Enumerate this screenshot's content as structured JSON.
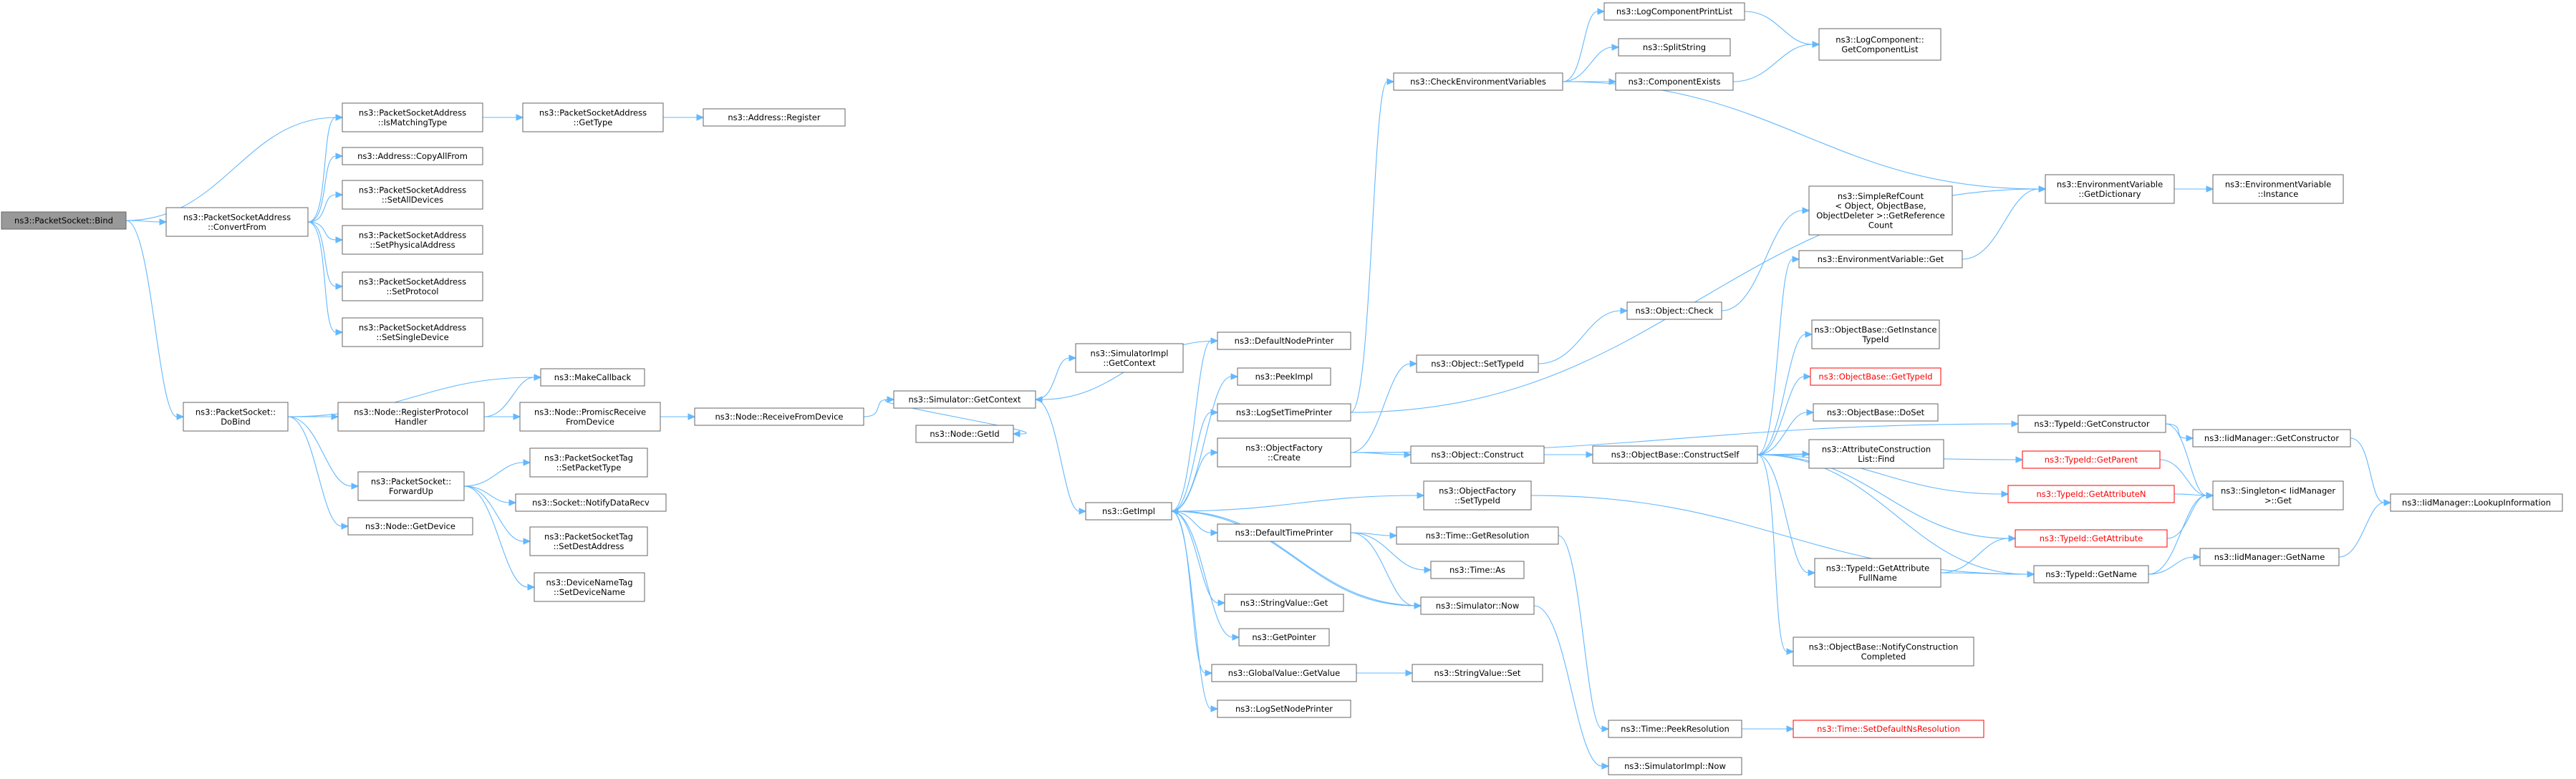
{
  "nodes": [
    {
      "id": "bind",
      "lines": [
        "ns3::PacketSocket::Bind"
      ],
      "style": "root"
    },
    {
      "id": "isMatchingType",
      "lines": [
        "ns3::PacketSocketAddress",
        "::IsMatchingType"
      ]
    },
    {
      "id": "getType",
      "lines": [
        "ns3::PacketSocketAddress",
        "::GetType"
      ]
    },
    {
      "id": "register",
      "lines": [
        "ns3::Address::Register"
      ]
    },
    {
      "id": "copyAllFrom",
      "lines": [
        "ns3::Address::CopyAllFrom"
      ]
    },
    {
      "id": "convertFrom",
      "lines": [
        "ns3::PacketSocketAddress",
        "::ConvertFrom"
      ]
    },
    {
      "id": "setAllDevices",
      "lines": [
        "ns3::PacketSocketAddress",
        "::SetAllDevices"
      ]
    },
    {
      "id": "setPhysicalAddress",
      "lines": [
        "ns3::PacketSocketAddress",
        "::SetPhysicalAddress"
      ]
    },
    {
      "id": "setProtocol",
      "lines": [
        "ns3::PacketSocketAddress",
        "::SetProtocol"
      ]
    },
    {
      "id": "setSingleDevice",
      "lines": [
        "ns3::PacketSocketAddress",
        "::SetSingleDevice"
      ]
    },
    {
      "id": "doBind",
      "lines": [
        "ns3::PacketSocket::",
        "DoBind"
      ]
    },
    {
      "id": "makeCallback",
      "lines": [
        "ns3::MakeCallback"
      ]
    },
    {
      "id": "registerProtocolHandler",
      "lines": [
        "ns3::Node::RegisterProtocol",
        "Handler"
      ]
    },
    {
      "id": "promiscReceive",
      "lines": [
        "ns3::Node::PromiscReceive",
        "FromDevice"
      ]
    },
    {
      "id": "receiveFromDevice",
      "lines": [
        "ns3::Node::ReceiveFromDevice"
      ]
    },
    {
      "id": "forwardUp",
      "lines": [
        "ns3::PacketSocket::",
        "ForwardUp"
      ]
    },
    {
      "id": "setPacketType",
      "lines": [
        "ns3::PacketSocketTag",
        "::SetPacketType"
      ]
    },
    {
      "id": "notifyDataRecv",
      "lines": [
        "ns3::Socket::NotifyDataRecv"
      ]
    },
    {
      "id": "setDestAddress",
      "lines": [
        "ns3::PacketSocketTag",
        "::SetDestAddress"
      ]
    },
    {
      "id": "setDeviceName",
      "lines": [
        "ns3::DeviceNameTag",
        "::SetDeviceName"
      ]
    },
    {
      "id": "getDevice",
      "lines": [
        "ns3::Node::GetDevice"
      ]
    },
    {
      "id": "simGetContext",
      "lines": [
        "ns3::Simulator::GetContext"
      ]
    },
    {
      "id": "simImplGetContext",
      "lines": [
        "ns3::SimulatorImpl",
        "::GetContext"
      ]
    },
    {
      "id": "nodeGetId",
      "lines": [
        "ns3::Node::GetId"
      ]
    },
    {
      "id": "getImpl",
      "lines": [
        "ns3::GetImpl"
      ]
    },
    {
      "id": "defaultNodePrinter",
      "lines": [
        "ns3::DefaultNodePrinter"
      ]
    },
    {
      "id": "peekImpl",
      "lines": [
        "ns3::PeekImpl"
      ]
    },
    {
      "id": "logSetTimePrinter",
      "lines": [
        "ns3::LogSetTimePrinter"
      ]
    },
    {
      "id": "objectFactoryCreate",
      "lines": [
        "ns3::ObjectFactory",
        "::Create"
      ]
    },
    {
      "id": "objectFactorySetTypeId",
      "lines": [
        "ns3::ObjectFactory",
        "::SetTypeId"
      ]
    },
    {
      "id": "defaultTimePrinter",
      "lines": [
        "ns3::DefaultTimePrinter"
      ]
    },
    {
      "id": "stringValueGet",
      "lines": [
        "ns3::StringValue::Get"
      ]
    },
    {
      "id": "getPointer",
      "lines": [
        "ns3::GetPointer"
      ]
    },
    {
      "id": "globalValueGetValue",
      "lines": [
        "ns3::GlobalValue::GetValue"
      ]
    },
    {
      "id": "logSetNodePrinter",
      "lines": [
        "ns3::LogSetNodePrinter"
      ]
    },
    {
      "id": "checkEnvVars",
      "lines": [
        "ns3::CheckEnvironmentVariables"
      ]
    },
    {
      "id": "objectSetTypeId",
      "lines": [
        "ns3::Object::SetTypeId"
      ]
    },
    {
      "id": "objectConstruct",
      "lines": [
        "ns3::Object::Construct"
      ]
    },
    {
      "id": "timeGetResolution",
      "lines": [
        "ns3::Time::GetResolution"
      ]
    },
    {
      "id": "timeAs",
      "lines": [
        "ns3::Time::As"
      ]
    },
    {
      "id": "simulatorNow",
      "lines": [
        "ns3::Simulator::Now"
      ]
    },
    {
      "id": "stringValueSet",
      "lines": [
        "ns3::StringValue::Set"
      ]
    },
    {
      "id": "timePeekResolution",
      "lines": [
        "ns3::Time::PeekResolution"
      ]
    },
    {
      "id": "simImplNow",
      "lines": [
        "ns3::SimulatorImpl::Now"
      ]
    },
    {
      "id": "logComponentPrintList",
      "lines": [
        "ns3::LogComponentPrintList"
      ]
    },
    {
      "id": "splitString",
      "lines": [
        "ns3::SplitString"
      ]
    },
    {
      "id": "componentExists",
      "lines": [
        "ns3::ComponentExists"
      ]
    },
    {
      "id": "objectCheck",
      "lines": [
        "ns3::Object::Check"
      ]
    },
    {
      "id": "constructSelf",
      "lines": [
        "ns3::ObjectBase::ConstructSelf"
      ]
    },
    {
      "id": "timeSetDefaultNsResolution",
      "lines": [
        "ns3::Time::SetDefaultNsResolution"
      ],
      "style": "red"
    },
    {
      "id": "getComponentList",
      "lines": [
        "ns3::LogComponent::",
        "GetComponentList"
      ]
    },
    {
      "id": "getReferenceCount",
      "lines": [
        "ns3::SimpleRefCount",
        "< Object, ObjectBase,",
        "ObjectDeleter >::GetReference",
        "Count"
      ]
    },
    {
      "id": "envVarGet",
      "lines": [
        "ns3::EnvironmentVariable::Get"
      ]
    },
    {
      "id": "getInstanceTypeId",
      "lines": [
        "ns3::ObjectBase::GetInstance",
        "TypeId"
      ]
    },
    {
      "id": "objectBaseGetTypeId",
      "lines": [
        "ns3::ObjectBase::GetTypeId"
      ],
      "style": "red"
    },
    {
      "id": "doSet",
      "lines": [
        "ns3::ObjectBase::DoSet"
      ]
    },
    {
      "id": "attrConstructionFind",
      "lines": [
        "ns3::AttributeConstruction",
        "List::Find"
      ]
    },
    {
      "id": "getAttributeFullName",
      "lines": [
        "ns3::TypeId::GetAttribute",
        "FullName"
      ]
    },
    {
      "id": "notifyConstructionCompleted",
      "lines": [
        "ns3::ObjectBase::NotifyConstruction",
        "Completed"
      ]
    },
    {
      "id": "envVarGetDictionary",
      "lines": [
        "ns3::EnvironmentVariable",
        "::GetDictionary"
      ]
    },
    {
      "id": "envVarInstance",
      "lines": [
        "ns3::EnvironmentVariable",
        "::Instance"
      ]
    },
    {
      "id": "typeIdGetConstructor",
      "lines": [
        "ns3::TypeId::GetConstructor"
      ]
    },
    {
      "id": "typeIdGetParent",
      "lines": [
        "ns3::TypeId::GetParent"
      ],
      "style": "red"
    },
    {
      "id": "typeIdGetAttributeN",
      "lines": [
        "ns3::TypeId::GetAttributeN"
      ],
      "style": "red"
    },
    {
      "id": "typeIdGetAttribute",
      "lines": [
        "ns3::TypeId::GetAttribute"
      ],
      "style": "red"
    },
    {
      "id": "typeIdGetName",
      "lines": [
        "ns3::TypeId::GetName"
      ]
    },
    {
      "id": "iidManagerGetConstructor",
      "lines": [
        "ns3::IidManager::GetConstructor"
      ]
    },
    {
      "id": "singletonGet",
      "lines": [
        "ns3::Singleton< IidManager",
        ">::Get"
      ]
    },
    {
      "id": "iidManagerGetName",
      "lines": [
        "ns3::IidManager::GetName"
      ]
    },
    {
      "id": "lookupInformation",
      "lines": [
        "ns3::IidManager::LookupInformation"
      ]
    }
  ],
  "edges": [
    [
      "bind",
      "isMatchingType"
    ],
    [
      "bind",
      "convertFrom"
    ],
    [
      "bind",
      "doBind"
    ],
    [
      "isMatchingType",
      "getType"
    ],
    [
      "getType",
      "register"
    ],
    [
      "convertFrom",
      "isMatchingType"
    ],
    [
      "convertFrom",
      "copyAllFrom"
    ],
    [
      "convertFrom",
      "setAllDevices"
    ],
    [
      "convertFrom",
      "setPhysicalAddress"
    ],
    [
      "convertFrom",
      "setProtocol"
    ],
    [
      "convertFrom",
      "setSingleDevice"
    ],
    [
      "doBind",
      "makeCallback"
    ],
    [
      "doBind",
      "registerProtocolHandler"
    ],
    [
      "doBind",
      "forwardUp"
    ],
    [
      "doBind",
      "getDevice"
    ],
    [
      "registerProtocolHandler",
      "makeCallback"
    ],
    [
      "registerProtocolHandler",
      "promiscReceive"
    ],
    [
      "promiscReceive",
      "receiveFromDevice"
    ],
    [
      "receiveFromDevice",
      "simGetContext"
    ],
    [
      "forwardUp",
      "setPacketType"
    ],
    [
      "forwardUp",
      "notifyDataRecv"
    ],
    [
      "forwardUp",
      "setDestAddress"
    ],
    [
      "forwardUp",
      "setDeviceName"
    ],
    [
      "simGetContext",
      "simImplGetContext"
    ],
    [
      "simGetContext",
      "nodeGetId"
    ],
    [
      "simGetContext",
      "getImpl"
    ],
    [
      "getImpl",
      "defaultNodePrinter"
    ],
    [
      "getImpl",
      "peekImpl"
    ],
    [
      "getImpl",
      "logSetTimePrinter"
    ],
    [
      "getImpl",
      "objectFactoryCreate"
    ],
    [
      "getImpl",
      "objectFactorySetTypeId"
    ],
    [
      "getImpl",
      "defaultTimePrinter"
    ],
    [
      "getImpl",
      "stringValueGet"
    ],
    [
      "getImpl",
      "getPointer"
    ],
    [
      "getImpl",
      "globalValueGetValue"
    ],
    [
      "getImpl",
      "logSetNodePrinter"
    ],
    [
      "getImpl",
      "simulatorNow"
    ],
    [
      "defaultNodePrinter",
      "simGetContext"
    ],
    [
      "logSetTimePrinter",
      "checkEnvVars"
    ],
    [
      "logSetTimePrinter",
      "envVarGetDictionary"
    ],
    [
      "objectFactoryCreate",
      "objectSetTypeId"
    ],
    [
      "objectFactoryCreate",
      "objectConstruct"
    ],
    [
      "objectFactoryCreate",
      "typeIdGetConstructor"
    ],
    [
      "objectFactorySetTypeId",
      "typeIdGetName"
    ],
    [
      "defaultTimePrinter",
      "timeGetResolution"
    ],
    [
      "defaultTimePrinter",
      "timeAs"
    ],
    [
      "defaultTimePrinter",
      "simulatorNow"
    ],
    [
      "globalValueGetValue",
      "stringValueSet"
    ],
    [
      "simulatorNow",
      "getImpl"
    ],
    [
      "simulatorNow",
      "simImplNow"
    ],
    [
      "timeGetResolution",
      "timePeekResolution"
    ],
    [
      "timePeekResolution",
      "timeSetDefaultNsResolution"
    ],
    [
      "checkEnvVars",
      "logComponentPrintList"
    ],
    [
      "checkEnvVars",
      "splitString"
    ],
    [
      "checkEnvVars",
      "componentExists"
    ],
    [
      "checkEnvVars",
      "envVarGetDictionary"
    ],
    [
      "logComponentPrintList",
      "getComponentList"
    ],
    [
      "componentExists",
      "getComponentList"
    ],
    [
      "objectSetTypeId",
      "objectCheck"
    ],
    [
      "objectCheck",
      "getReferenceCount"
    ],
    [
      "objectConstruct",
      "constructSelf"
    ],
    [
      "constructSelf",
      "envVarGet"
    ],
    [
      "constructSelf",
      "getInstanceTypeId"
    ],
    [
      "constructSelf",
      "objectBaseGetTypeId"
    ],
    [
      "constructSelf",
      "doSet"
    ],
    [
      "constructSelf",
      "attrConstructionFind"
    ],
    [
      "constructSelf",
      "getAttributeFullName"
    ],
    [
      "constructSelf",
      "notifyConstructionCompleted"
    ],
    [
      "constructSelf",
      "typeIdGetParent"
    ],
    [
      "constructSelf",
      "typeIdGetAttributeN"
    ],
    [
      "constructSelf",
      "typeIdGetAttribute"
    ],
    [
      "constructSelf",
      "typeIdGetName"
    ],
    [
      "envVarGet",
      "envVarGetDictionary"
    ],
    [
      "envVarGetDictionary",
      "envVarInstance"
    ],
    [
      "getAttributeFullName",
      "typeIdGetAttribute"
    ],
    [
      "getAttributeFullName",
      "typeIdGetName"
    ],
    [
      "typeIdGetConstructor",
      "iidManagerGetConstructor"
    ],
    [
      "typeIdGetConstructor",
      "singletonGet"
    ],
    [
      "typeIdGetParent",
      "singletonGet"
    ],
    [
      "typeIdGetAttributeN",
      "singletonGet"
    ],
    [
      "typeIdGetAttribute",
      "singletonGet"
    ],
    [
      "typeIdGetName",
      "singletonGet"
    ],
    [
      "typeIdGetName",
      "iidManagerGetName"
    ],
    [
      "iidManagerGetConstructor",
      "lookupInformation"
    ],
    [
      "iidManagerGetName",
      "lookupInformation"
    ]
  ]
}
